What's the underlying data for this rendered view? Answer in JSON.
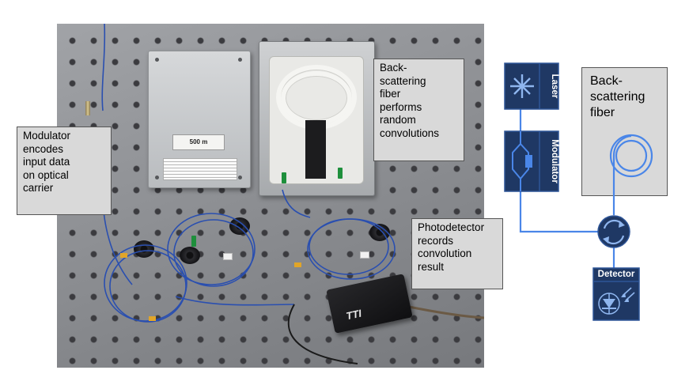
{
  "photo": {
    "lid_label": "500 m"
  },
  "callouts": {
    "modulator": "Modulator\nencodes\ninput data\non optical\ncarrier",
    "fiber": "Back-\nscattering\nfiber\nperforms\nrandom\nconvolutions",
    "detector": "Photodetector\nrecords\nconvolution\nresult"
  },
  "schematic": {
    "laser_label": "Laser",
    "modulator_label": "Modulator",
    "backscatter_label": "Back-\nscattering\nfiber",
    "detector_label": "Detector",
    "colors": {
      "block_fill": "#1f3864",
      "block_border": "#2e5597",
      "fiber_line": "#4a86e8",
      "accent_light": "#8fb6ef"
    },
    "icons": [
      "laser-star-icon",
      "mach-zehnder-icon",
      "fiber-coil-icon",
      "circulator-icon",
      "photodiode-icon"
    ]
  }
}
